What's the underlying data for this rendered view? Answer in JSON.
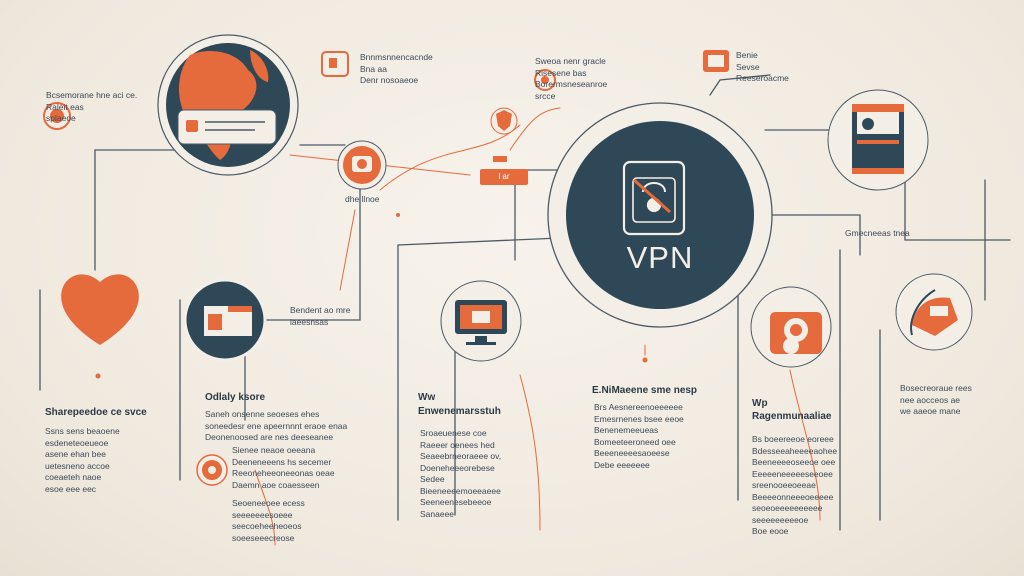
{
  "hub": {
    "label": "VPN"
  },
  "tag": {
    "label": "l ar"
  },
  "headings": [
    "Sharepeedoe ce svce",
    "Odlaly ksore",
    "Enwenemarsstuh",
    "E.NiMaeene sme nesp",
    "Ragenmunaaliae",
    "Ww",
    "Wp"
  ],
  "blocks": {
    "globe_note": "Bcsemorane hne aci ce.\nRaleit eas\nsplaeoe",
    "top_left_note": "Bnnmsnnencacnde\nBna aa\nDenr nosoaeoe",
    "top_center_note": "Sweoa nenr gracle\nRisesene bas\nBorermsneseanroe\nsrcce",
    "top_right_note": "Benie\nSevse\nReeseroacme",
    "small_label": "dhe llnoe",
    "mid_left_note": "Bendent ao mre\nlaeesnsas",
    "right_side_note": "Gmecneeas tnea",
    "far_right_note": "Bosecreoraue rees\nnee aocceos ae\nwe aaeoe mane",
    "col1": "Ssns sens beaoene\nesdeneteoeueoe\nasene ehan bee\nuetesneno accoe\ncoeaeteh naoe\nesoe eee eec",
    "col2a": "Saneh onsenne seoeses ehes\nsoneedesr ene apeernnnt eraoe enaa\nDeonenoosed are nes deeseanee",
    "col2b": "Sienee neaoe oeeana\nDeeneneeens hs secemer\nReeoneheeoneeonas oeae\nDaemn aoe coaesseen",
    "col2c": "Seoeneeoee ecess\nseeeeeeesoeee\nseecoeheeheoeos\nsoeeseeecreose",
    "col3": "Sroaeuenese coe\nRaeeer oenees hed\nSeaeebrneoraeee ov,\nDoeneheeeorebese\nSedee\nBieeneeeemoeeaeee\nSeeneenesebeeoe\nSanaeee",
    "col4": "Brs Aesnereenoeeeeee\nEmesrnenes bsee eeoe\nBenenemeeueas\nBomeeteeroneed oee\nBeeeneeeesaoeese\nDebe eeeeeee",
    "col5": "Bs boeereeoe eoreee\nBdesseeaheeeeaohee\nBeeneeeeoseeoe oee\nEeeeeneeeeeseeoee\nsreenooeeoeeae\nBeeeeonneeeoeeeee\nseoeoeeeeeeeeee\nseeeeeeeeeoe\nBoe eooe"
  },
  "colors": {
    "orange": "#e56a3c",
    "navy": "#2f4858",
    "cream": "#f3eee6",
    "line": "#4c5a67"
  },
  "icons": [
    "globe-icon",
    "laptop-icon",
    "padlock-icon",
    "heart-icon",
    "shield-icon",
    "monitor-icon",
    "tablet-icon",
    "camera-icon",
    "chat-icon",
    "hand-icon"
  ]
}
